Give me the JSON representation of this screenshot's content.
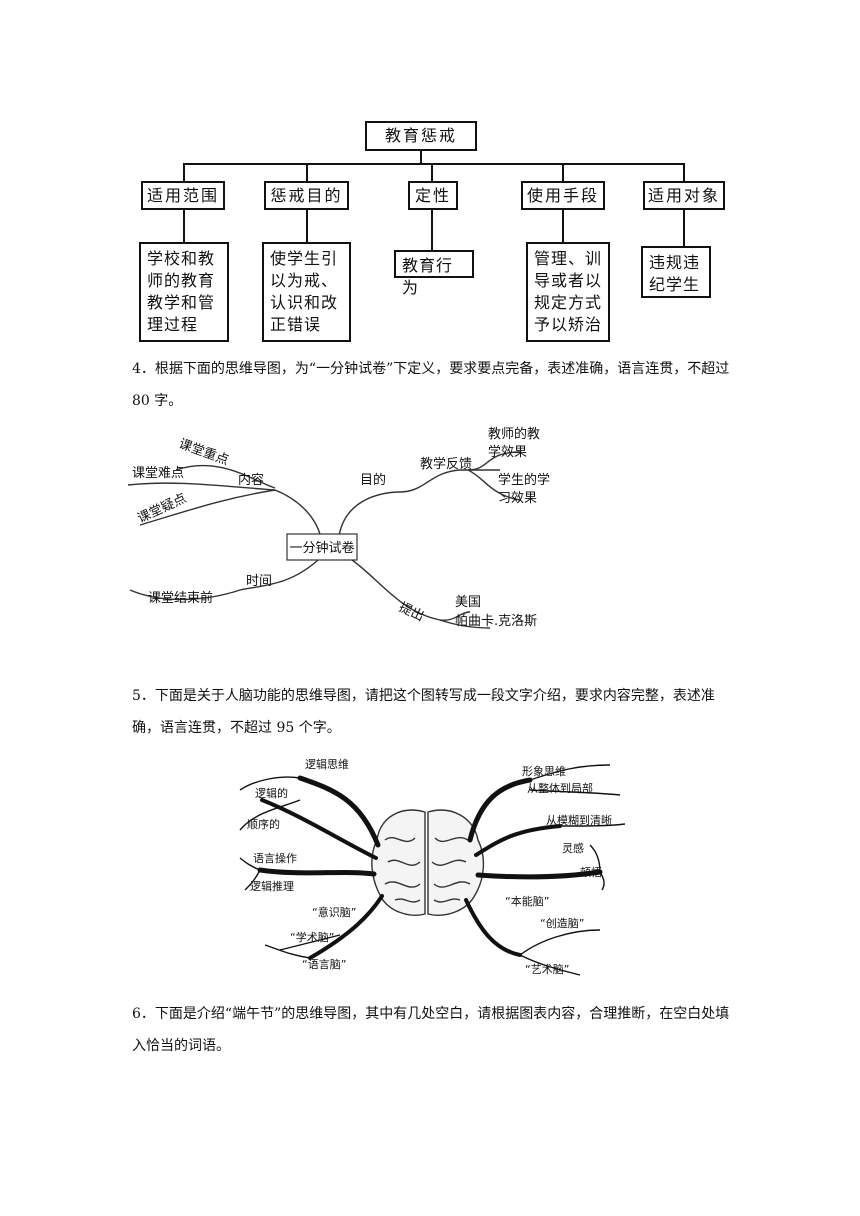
{
  "diagram1": {
    "root": "教育惩戒",
    "branches": [
      {
        "label": "适用范围",
        "detail": "学校和教\n师的教育\n教学和管\n理过程"
      },
      {
        "label": "惩戒目的",
        "detail": "使学生引\n以为戒、\n认识和改\n正错误"
      },
      {
        "label": "定性",
        "detail": "教育行为"
      },
      {
        "label": "使用手段",
        "detail": "管理、训\n导或者以\n规定方式\n予以矫治"
      },
      {
        "label": "适用对象",
        "detail": "违规违\n纪学生"
      }
    ]
  },
  "question4": {
    "text": "4．根据下面的思维导图，为“一分钟试卷”下定义，要求要点完备，表述准确，语言连贯，不超过 80 字。"
  },
  "mindmap4": {
    "center": "一分钟试卷",
    "content": {
      "label": "内容",
      "items": [
        "课堂重点",
        "课堂难点",
        "课堂疑点"
      ]
    },
    "purpose": {
      "label": "目的",
      "sub": "教学反馈",
      "items": [
        "教师的教\n学效果",
        "学生的学\n习效果"
      ]
    },
    "time": {
      "label": "时间",
      "items": [
        "课堂结束前"
      ]
    },
    "proposer": {
      "label": "提出",
      "items": [
        "美国",
        "帕曲卡.克洛斯"
      ]
    }
  },
  "question5": {
    "text": "5．下面是关于人脑功能的思维导图，请把这个图转写成一段文字介绍，要求内容完整，表述准确，语言连贯，不超过 95 个字。"
  },
  "brainmap": {
    "left": [
      "逻辑思维",
      "逻辑的",
      "顺序的",
      "语言操作",
      "逻辑推理",
      "“意识脑”",
      "“学术脑”",
      "“语言脑”"
    ],
    "right": [
      "形象思维",
      "从整体到局部",
      "从模糊到清晰",
      "灵感",
      "顿悟",
      "“本能脑”",
      "“创造脑”",
      "“艺术脑”"
    ]
  },
  "question6": {
    "text": "6．下面是介绍“端午节”的思维导图，其中有几处空白，请根据图表内容，合理推断，在空白处填入恰当的词语。"
  }
}
